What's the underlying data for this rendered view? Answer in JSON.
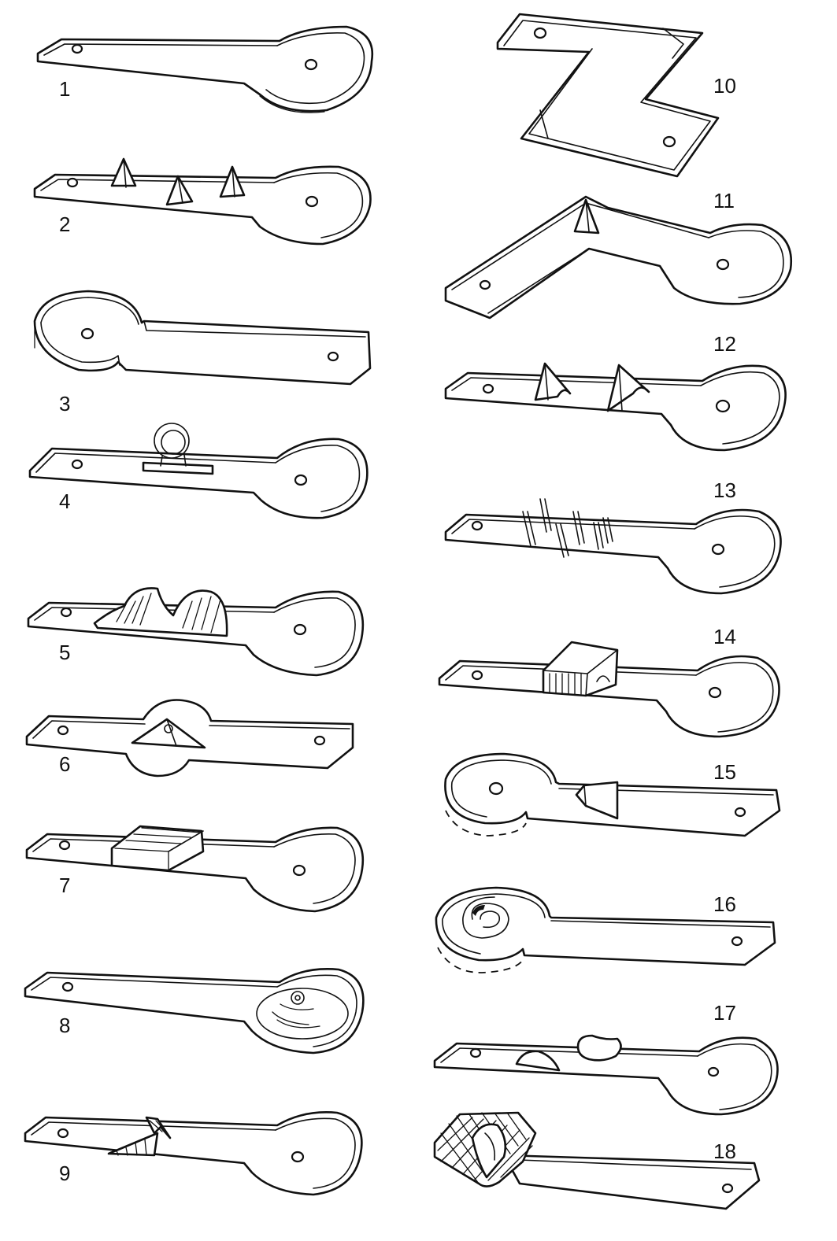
{
  "lanes": [
    {
      "number": "1",
      "obstacle": "plain"
    },
    {
      "number": "2",
      "obstacle": "cones"
    },
    {
      "number": "3",
      "obstacle": "plain"
    },
    {
      "number": "4",
      "obstacle": "loop"
    },
    {
      "number": "5",
      "obstacle": "humps"
    },
    {
      "number": "6",
      "obstacle": "pyramid"
    },
    {
      "number": "7",
      "obstacle": "steps"
    },
    {
      "number": "8",
      "obstacle": "swirl"
    },
    {
      "number": "9",
      "obstacle": "ramps"
    },
    {
      "number": "10",
      "obstacle": "zigzag"
    },
    {
      "number": "11",
      "obstacle": "angle-cone"
    },
    {
      "number": "12",
      "obstacle": "arched-cones"
    },
    {
      "number": "13",
      "obstacle": "posts"
    },
    {
      "number": "14",
      "obstacle": "tunnel-block"
    },
    {
      "number": "15",
      "obstacle": "gate"
    },
    {
      "number": "16",
      "obstacle": "spiral"
    },
    {
      "number": "17",
      "obstacle": "stones"
    },
    {
      "number": "18",
      "obstacle": "hatched-hill"
    }
  ]
}
